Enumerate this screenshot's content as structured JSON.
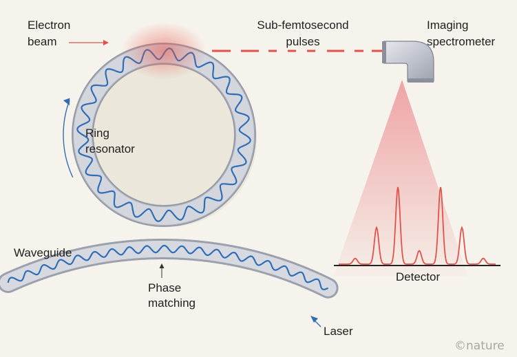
{
  "labels": {
    "electron_beam_line1": "Electron",
    "electron_beam_line2": "beam",
    "pulses_line1": "Sub-femtosecond",
    "pulses_line2": "pulses",
    "imaging_line1": "Imaging",
    "imaging_line2": "spectrometer",
    "ring_line1": "Ring",
    "ring_line2": "resonator",
    "waveguide": "Waveguide",
    "phase_line1": "Phase",
    "phase_line2": "matching",
    "laser": "Laser",
    "detector": "Detector",
    "credit": "©nature"
  },
  "colors": {
    "background": "#f6f3ec",
    "beam": "#e0524a",
    "wave": "#2f6db5",
    "ring_fill": "#c9ccd4",
    "detector_peaks": "#e0524a"
  },
  "spectrum_peaks": [
    0.06,
    0.38,
    0.8,
    0.14,
    0.8,
    0.38,
    0.06
  ]
}
